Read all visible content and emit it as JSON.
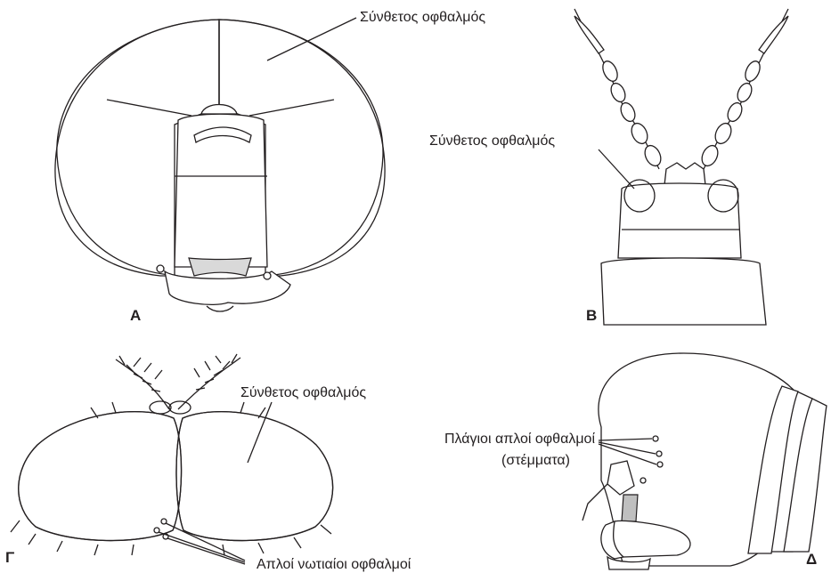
{
  "figure": {
    "panels": {
      "A": {
        "letter": "Α",
        "label": "Σύνθετος οφθαλμός"
      },
      "B": {
        "letter": "Β",
        "label": "Σύνθετος οφθαλμός"
      },
      "C": {
        "letter": "Γ",
        "label_compound": "Σύνθετος οφθαλμός",
        "label_ocelli": "Απλοί νωτιαίοι οφθαλμοί"
      },
      "D": {
        "letter": "Δ",
        "label_line1": "Πλάγιοι απλοί οφθαλμοί",
        "label_line2": "(στέμματα)"
      }
    },
    "colors": {
      "ink": "#231f20",
      "shade": "#d9d9d9",
      "grey": "#bfbfbf"
    }
  }
}
